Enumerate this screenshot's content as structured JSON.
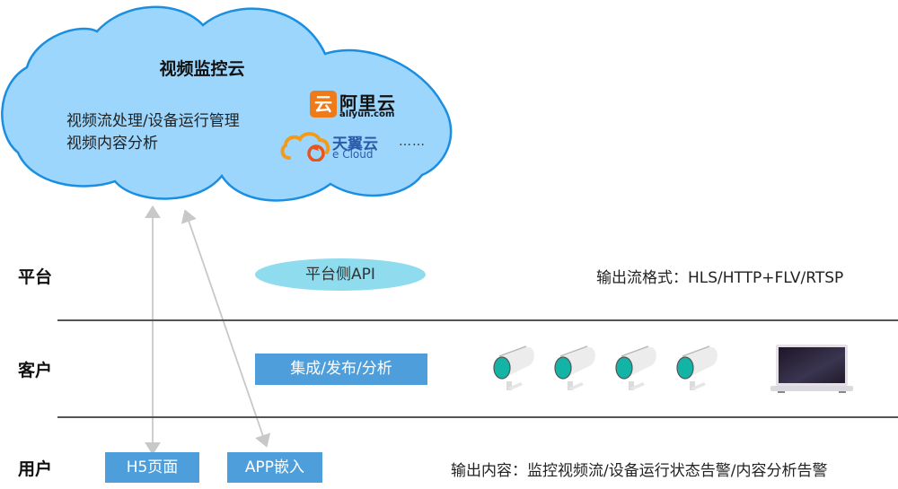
{
  "cloud": {
    "title": "视频监控云",
    "lines": [
      "视频流处理/设备运行管理",
      "视频内容分析"
    ],
    "providers": {
      "aliyun": {
        "badge_glyph": "云",
        "name_cn": "阿里云",
        "name_en": "aliyun.com",
        "color": "#ef7a1a"
      },
      "ecloud": {
        "name_cn": "天翼云",
        "name_en": "e Cloud",
        "color": "#2a5ba8"
      },
      "more": "……"
    },
    "fill_color": "#9dd6fc",
    "stroke_color": "#1a8ee0"
  },
  "rows": [
    {
      "label": "平台",
      "items": [
        {
          "type": "ellipse",
          "label": "平台侧API"
        }
      ],
      "info": "输出流格式：HLS/HTTP+FLV/RTSP"
    },
    {
      "label": "客户",
      "items": [
        {
          "type": "box",
          "label": "集成/发布/分析"
        }
      ],
      "devices": {
        "cameras": 4,
        "laptops": 1
      }
    },
    {
      "label": "用户",
      "items": [
        {
          "type": "box",
          "label": "H5页面"
        },
        {
          "type": "box",
          "label": "APP嵌入"
        }
      ],
      "info": "输出内容：监控视频流/设备运行状态告警/内容分析告警"
    }
  ],
  "colors": {
    "box_blue": "#4d9edb",
    "ellipse_cyan": "#8fdcef",
    "camera_lens": "#13b3a6",
    "arrow_gray": "#c8c8c8"
  }
}
